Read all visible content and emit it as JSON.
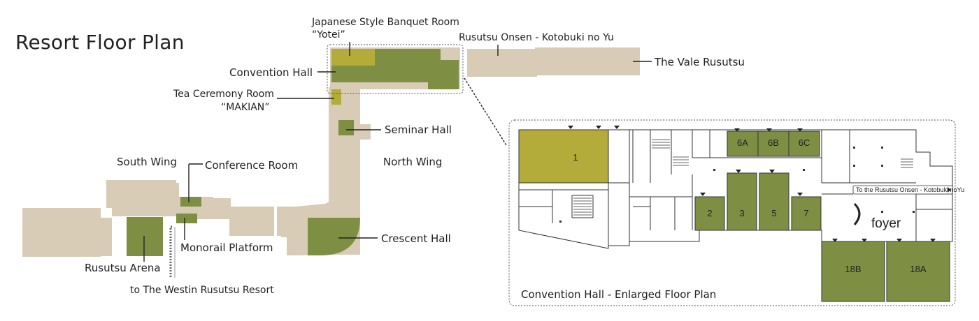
{
  "title": "Resort Floor Plan",
  "labels": {
    "banquet_line1": "Japanese Style Banquet Room",
    "banquet_line2": "“Yotei”",
    "onsen": "Rusutsu Onsen - Kotobuki no Yu",
    "vale": "The Vale Rusutsu",
    "convention_hall": "Convention Hall",
    "tea_line1": "Tea Ceremony Room",
    "tea_line2": "“MAKIAN”",
    "seminar_hall": "Seminar Hall",
    "south_wing": "South Wing",
    "north_wing": "North Wing",
    "conference_room": "Conference Room",
    "monorail": "Monorail Platform",
    "crescent_hall": "Crescent Hall",
    "arena": "Rusutsu Arena",
    "westin": "to The Westin Rusutsu Resort"
  },
  "enlarged": {
    "caption": "Convention Hall - Enlarged Floor Plan",
    "to_onsen": "To the Rusutsu Onsen - Kotobuki noYu",
    "foyer": "foyer",
    "rooms": {
      "r1": "1",
      "r6a": "6A",
      "r6b": "6B",
      "r6c": "6C",
      "r2": "2",
      "r3": "3",
      "r5": "5",
      "r7": "7",
      "r18b": "18B",
      "r18a": "18A"
    }
  },
  "colors": {
    "building": "#d8ccb6",
    "room_green": "#7e8f44",
    "room_olive": "#b3ac3a",
    "wall": "#333333"
  }
}
